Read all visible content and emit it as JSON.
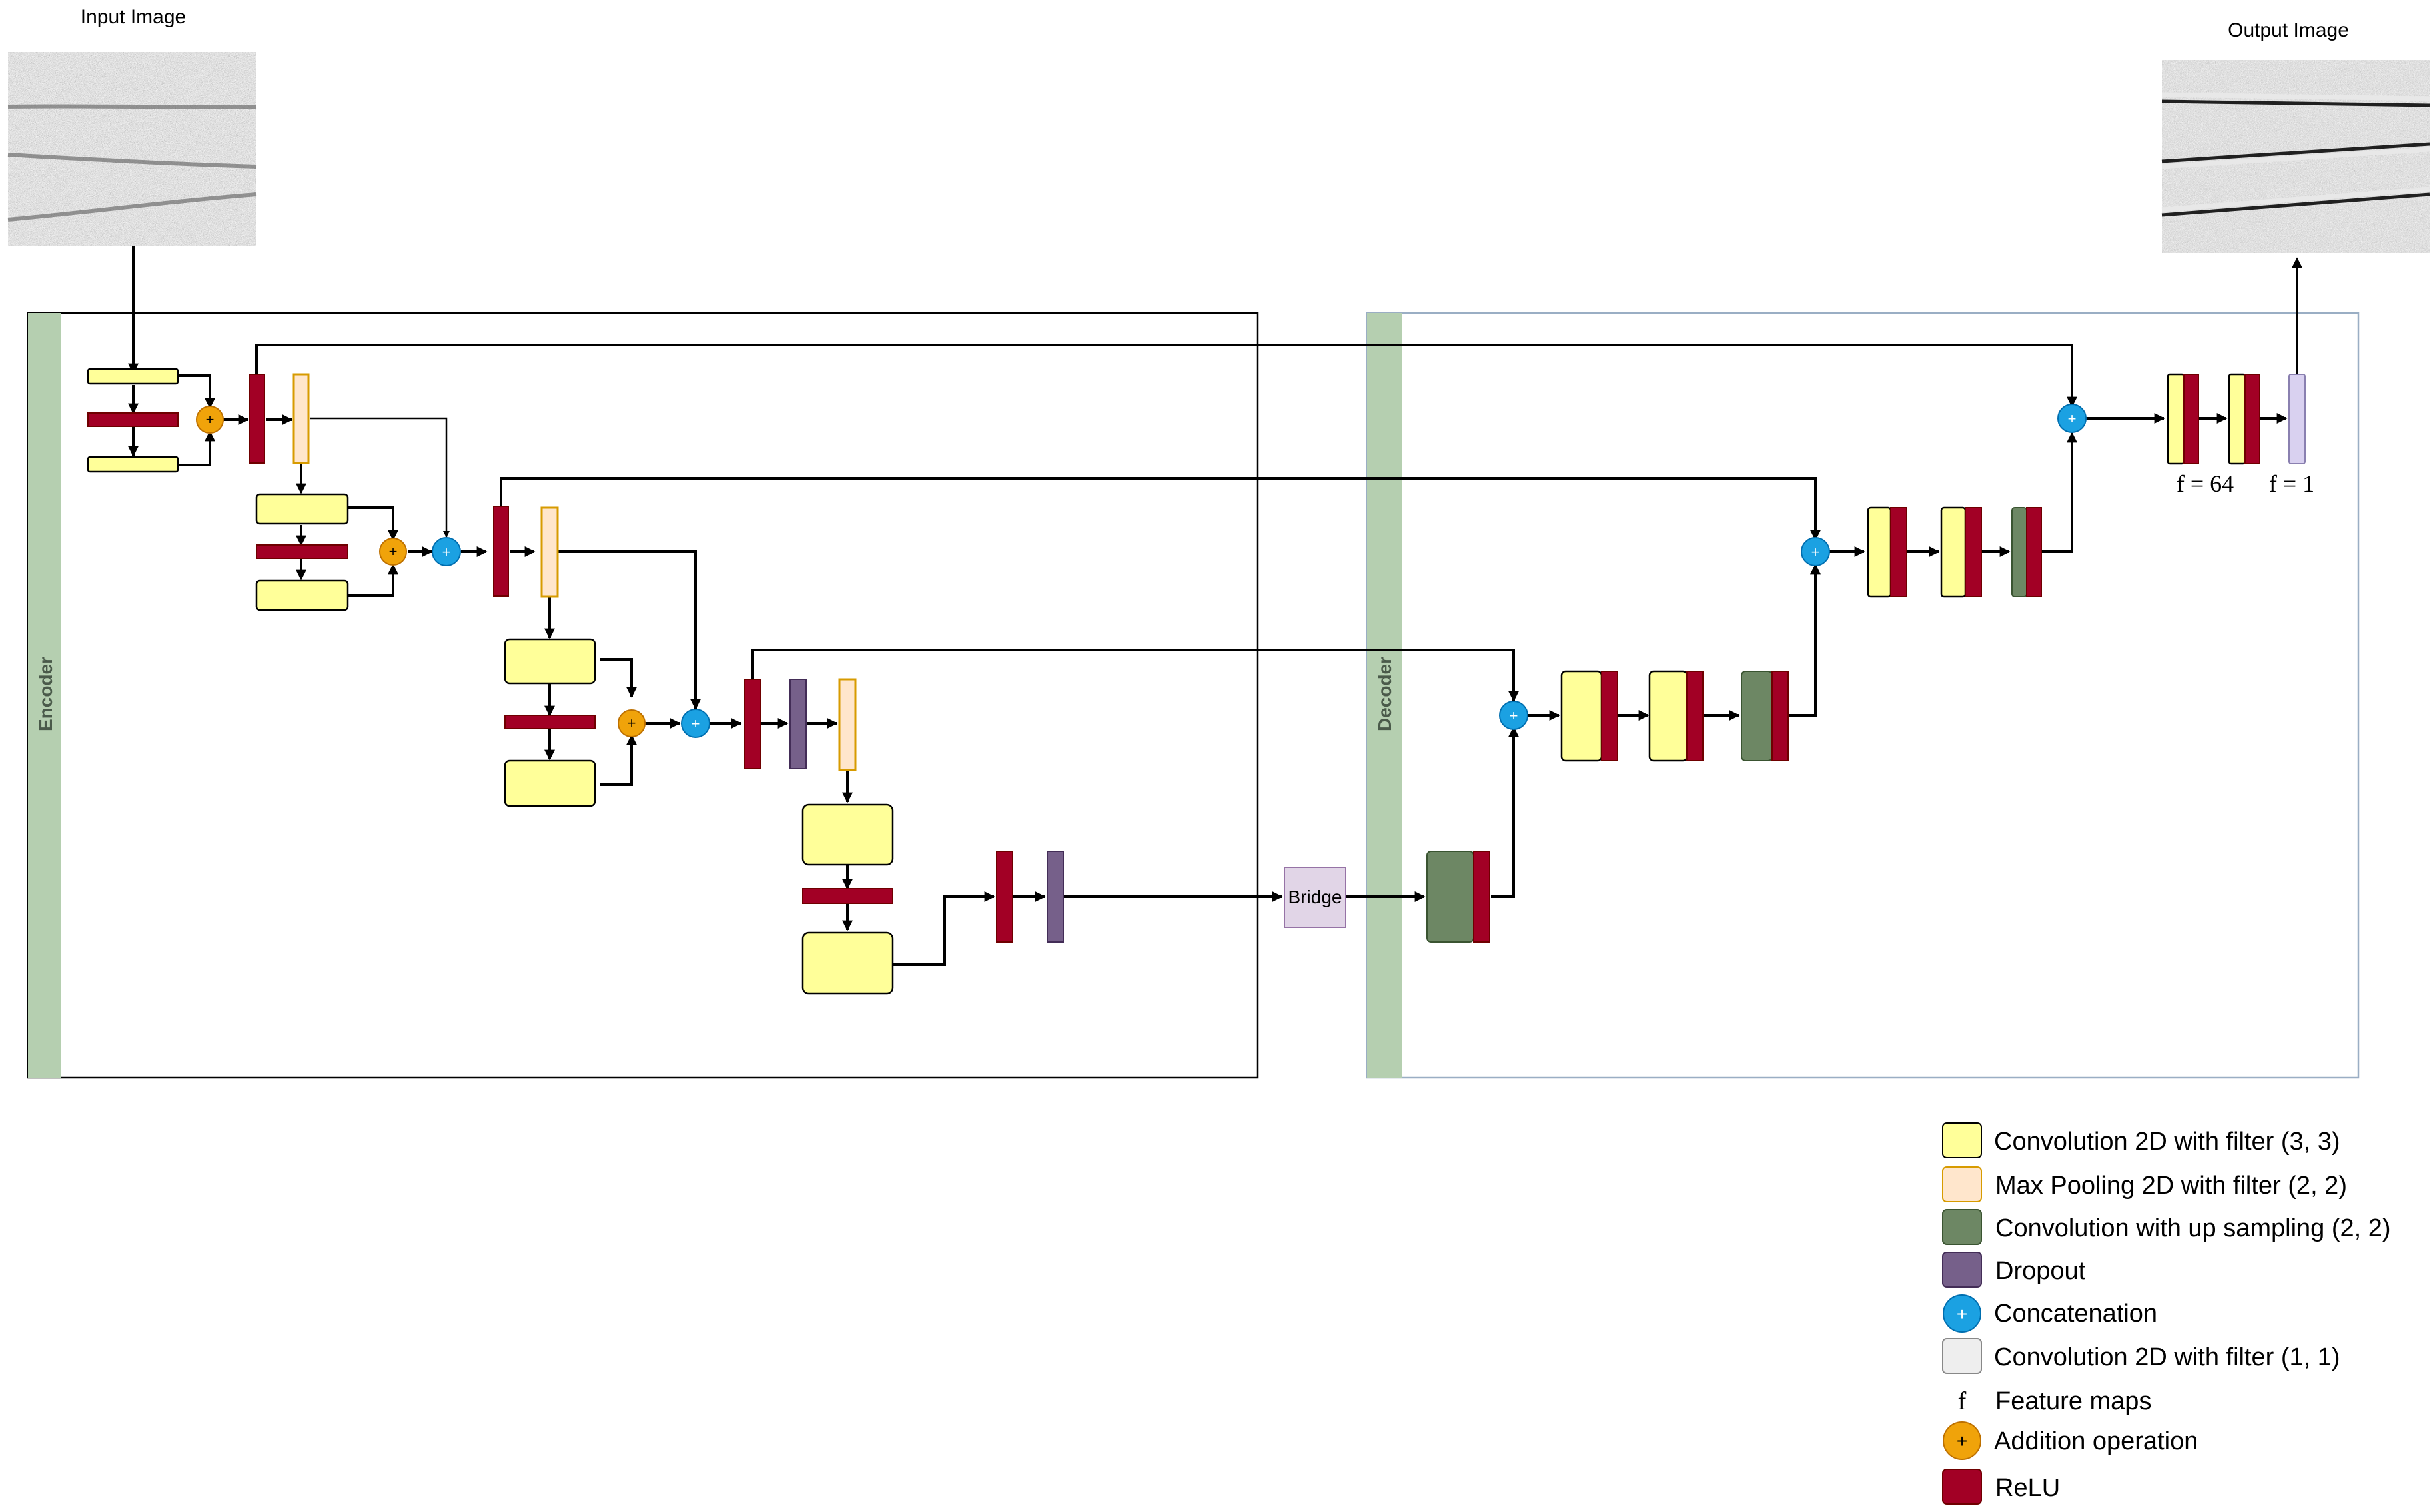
{
  "input_label": "Input Image",
  "output_label": "Output Image",
  "encoder_label": "Encoder",
  "decoder_label": "Decoder",
  "bridge_label": "Bridge",
  "feature_labels": {
    "f64": "f = 64",
    "f1": "f = 1"
  },
  "legend": [
    {
      "kind": "conv",
      "label": "Convolution 2D with filter (3, 3)"
    },
    {
      "kind": "pool",
      "label": "Max Pooling 2D with filter (2, 2)"
    },
    {
      "kind": "upconv",
      "label": "Convolution with up sampling (2, 2)"
    },
    {
      "kind": "dropout",
      "label": "Dropout"
    },
    {
      "kind": "concat",
      "label": "Concatenation"
    },
    {
      "kind": "conv1",
      "label": "Convolution 2D with filter (1, 1)"
    },
    {
      "kind": "feature",
      "symbol": "f",
      "label": "Feature maps"
    },
    {
      "kind": "add",
      "label": "Addition operation"
    },
    {
      "kind": "relu",
      "label": "ReLU"
    }
  ],
  "colors": {
    "conv": "#ffff99",
    "pool": "#ffe6cc",
    "upconv": "#6d8764",
    "dropout": "#76608a",
    "concat": "#1ba1e2",
    "conv1": "#eeeeee",
    "add": "#f0a30a",
    "relu": "#a20025",
    "bridge": "#e1d5e7",
    "frame_green": "#b5cfb0",
    "decoder_border": "#9aaec4"
  }
}
